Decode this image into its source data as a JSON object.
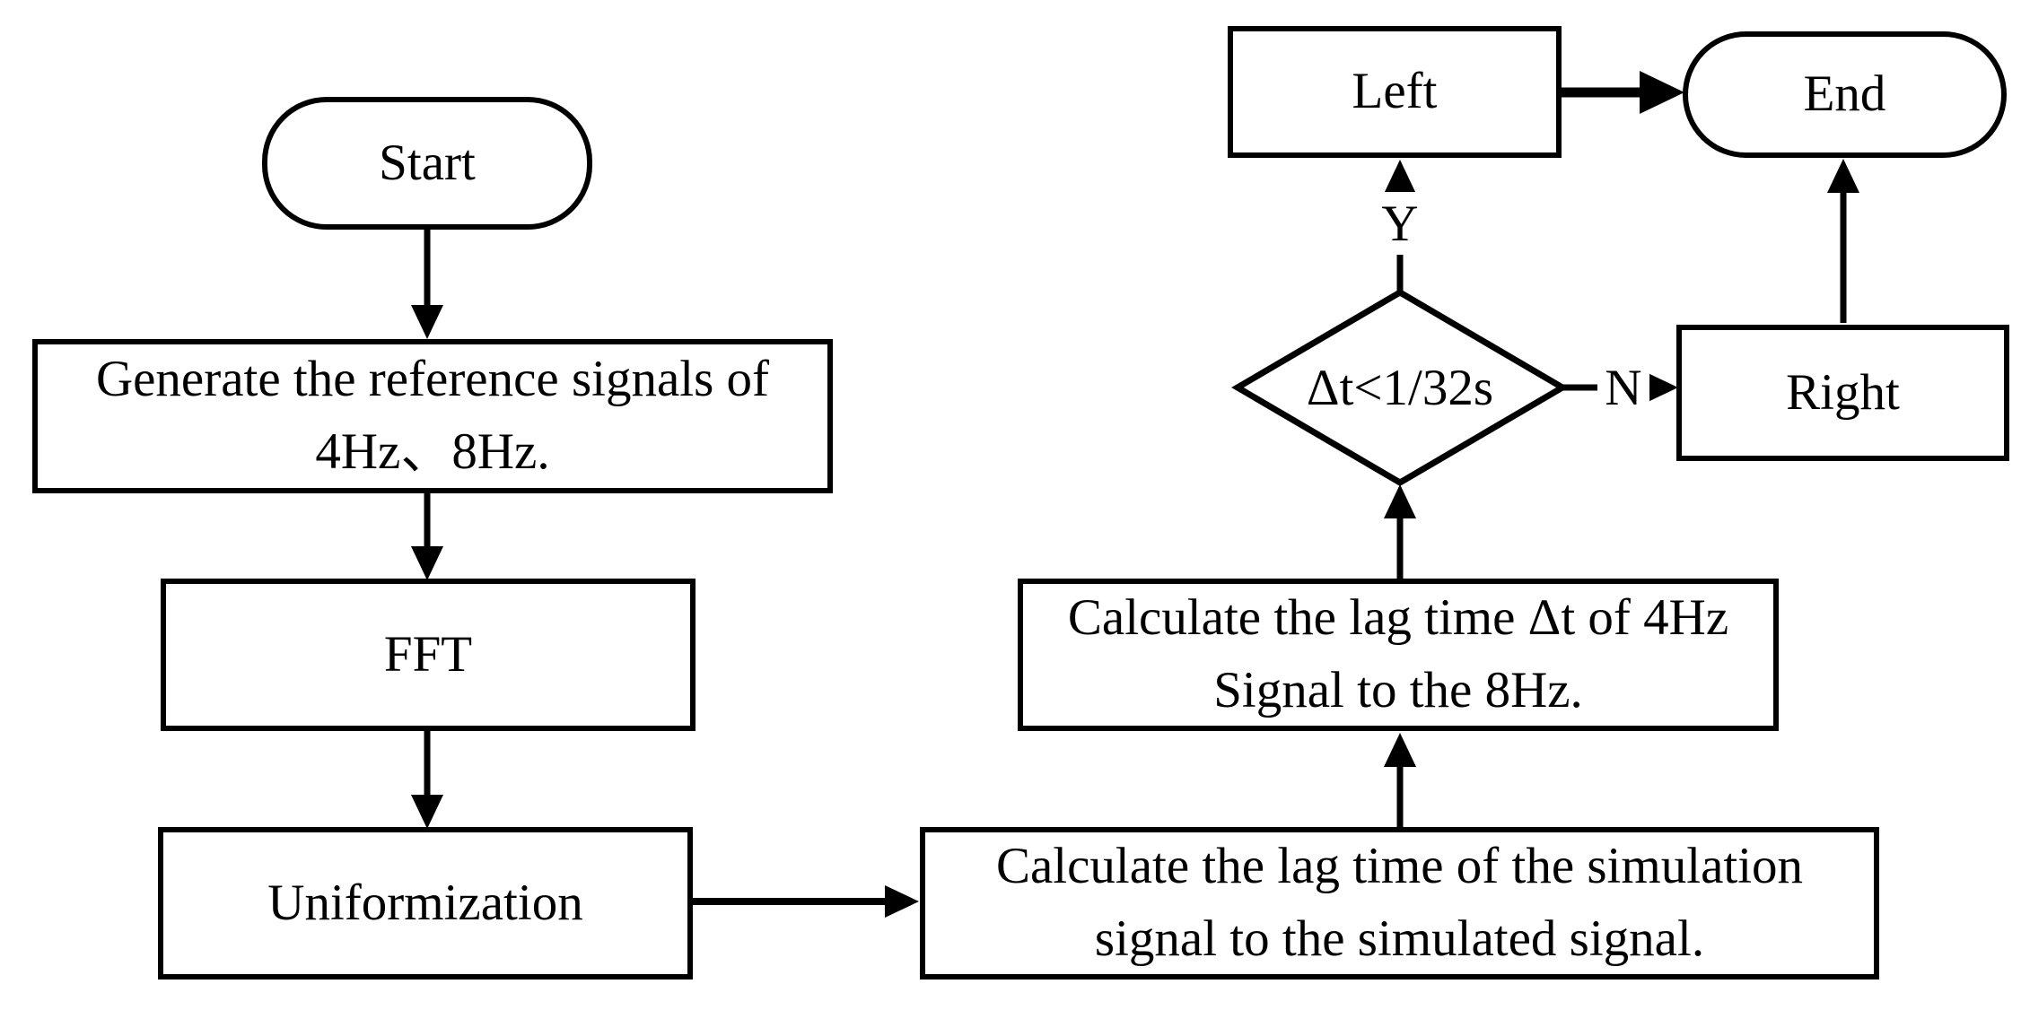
{
  "diagram": {
    "background_color": "#ffffff",
    "stroke_color": "#000000",
    "nodes": {
      "start": {
        "label": "Start",
        "shape": "terminator"
      },
      "generate": {
        "label": "Generate the reference signals of\n4Hz、8Hz.",
        "shape": "process"
      },
      "fft": {
        "label": "FFT",
        "shape": "process"
      },
      "uniformization": {
        "label": "Uniformization",
        "shape": "process"
      },
      "calc_sim": {
        "label": "Calculate the lag time of the simulation\nsignal to the simulated signal.",
        "shape": "process"
      },
      "calc_4hz": {
        "label": "Calculate the lag time Δt of 4Hz\nSignal to the 8Hz.",
        "shape": "process"
      },
      "decision": {
        "label": "Δt<1/32s",
        "shape": "decision"
      },
      "left": {
        "label": "Left",
        "shape": "process"
      },
      "right": {
        "label": "Right",
        "shape": "process"
      },
      "end": {
        "label": "End",
        "shape": "terminator"
      }
    },
    "edge_labels": {
      "yes": "Y",
      "no": "N"
    }
  }
}
